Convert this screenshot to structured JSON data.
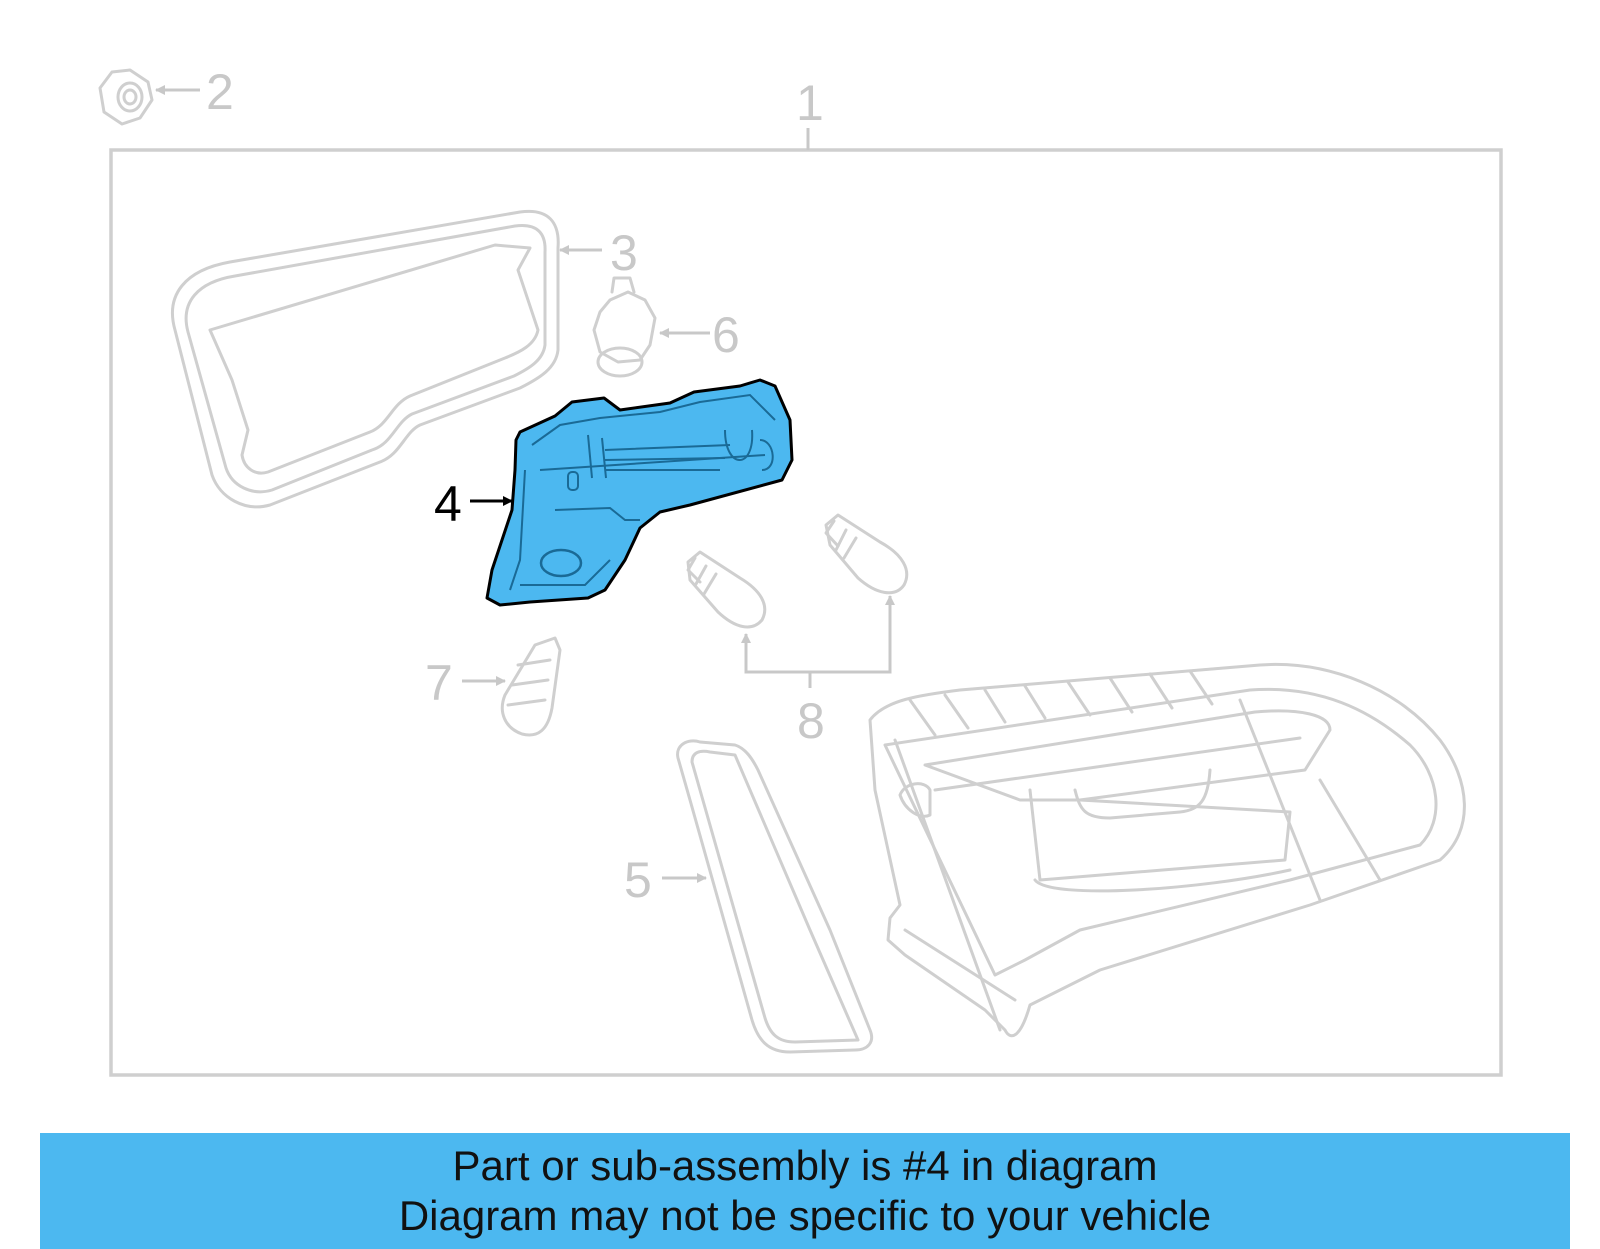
{
  "colors": {
    "highlight": "#4cb8f0",
    "banner": "#4cb8f0",
    "linework": "#cfcfcf",
    "active_outline": "#000000"
  },
  "callouts": {
    "c1": "1",
    "c2": "2",
    "c3": "3",
    "c4": "4",
    "c5": "5",
    "c6": "6",
    "c7": "7",
    "c8": "8"
  },
  "highlighted_part": "4",
  "banner": {
    "line1": "Part or sub-assembly is #4 in diagram",
    "line2": "Diagram may not be specific to your vehicle"
  }
}
